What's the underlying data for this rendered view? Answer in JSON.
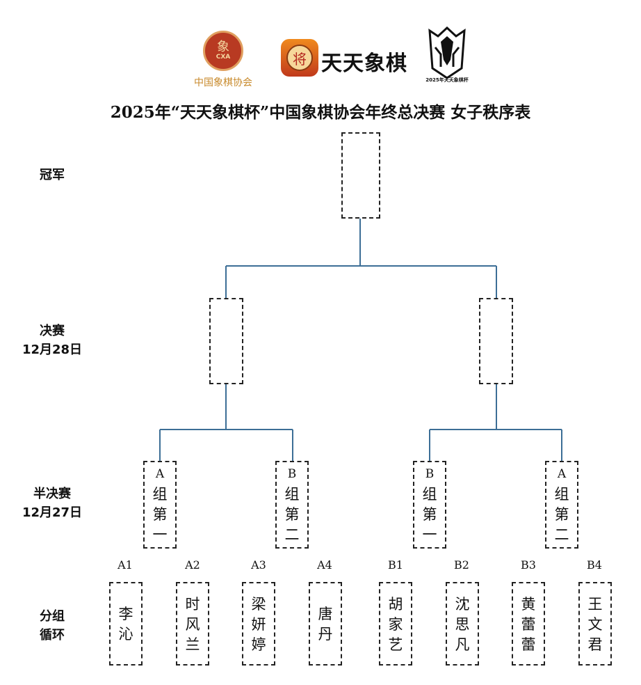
{
  "logos": {
    "association_name": "中国象棋协会",
    "association_abbr": "CXA",
    "association_glyph": "象",
    "app_icon_glyph": "将",
    "app_name": "天天象棋",
    "event_badge_text": "2025年天天象棋杯"
  },
  "title": "2025年“天天象棋杯”中国象棋协会年终总决赛  女子秩序表",
  "rounds": {
    "champion": "冠军",
    "final": "决赛",
    "final_date": "12月28日",
    "semifinal": "半决赛",
    "semifinal_date": "12月27日",
    "group": "分组",
    "group_sub": "循环"
  },
  "semifinal_slots": [
    {
      "group": "A",
      "chars": [
        "组",
        "第",
        "一"
      ]
    },
    {
      "group": "B",
      "chars": [
        "组",
        "第",
        "二"
      ]
    },
    {
      "group": "B",
      "chars": [
        "组",
        "第",
        "一"
      ]
    },
    {
      "group": "A",
      "chars": [
        "组",
        "第",
        "二"
      ]
    }
  ],
  "seeds": [
    "A1",
    "A2",
    "A3",
    "A4",
    "B1",
    "B2",
    "B3",
    "B4"
  ],
  "players": [
    [
      "李",
      "沁"
    ],
    [
      "时",
      "风",
      "兰"
    ],
    [
      "梁",
      "妍",
      "婷"
    ],
    [
      "唐",
      "丹"
    ],
    [
      "胡",
      "家",
      "艺"
    ],
    [
      "沈",
      "思",
      "凡"
    ],
    [
      "黄",
      "蕾",
      "蕾"
    ],
    [
      "王",
      "文",
      "君"
    ]
  ],
  "colors": {
    "connector_line": "#3c6e96",
    "box_border": "#222222",
    "seal_red": "#b83a22",
    "association_gold": "#c88a2c"
  }
}
